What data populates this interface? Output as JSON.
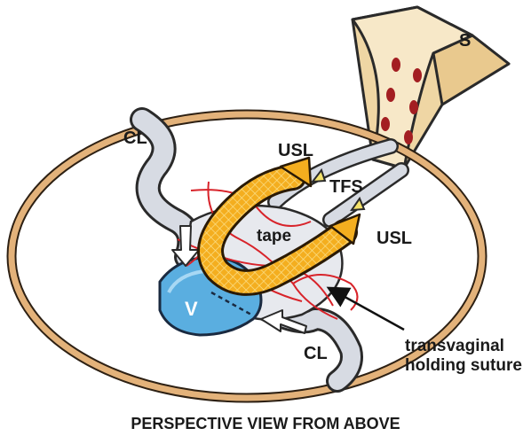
{
  "labels": {
    "sacrum": "S",
    "usl_left": "USL",
    "usl_right": "USL",
    "tfs": "TFS",
    "tape": "tape",
    "vagina": "V",
    "cl_top": "CL",
    "cl_bottom": "CL",
    "suture_line1": "transvaginal",
    "suture_line2": "holding suture"
  },
  "caption": "PERSPECTIVE VIEW FROM ABOVE",
  "colors": {
    "pelvic_ring": "#e3b27a",
    "sacrum_fill": "#f7e8c8",
    "sacrum_dots": "#a31e22",
    "ligament": "#d7dbe3",
    "tape": "#f2a91d",
    "vagina": "#5aaee0",
    "suture": "#d8232a"
  }
}
